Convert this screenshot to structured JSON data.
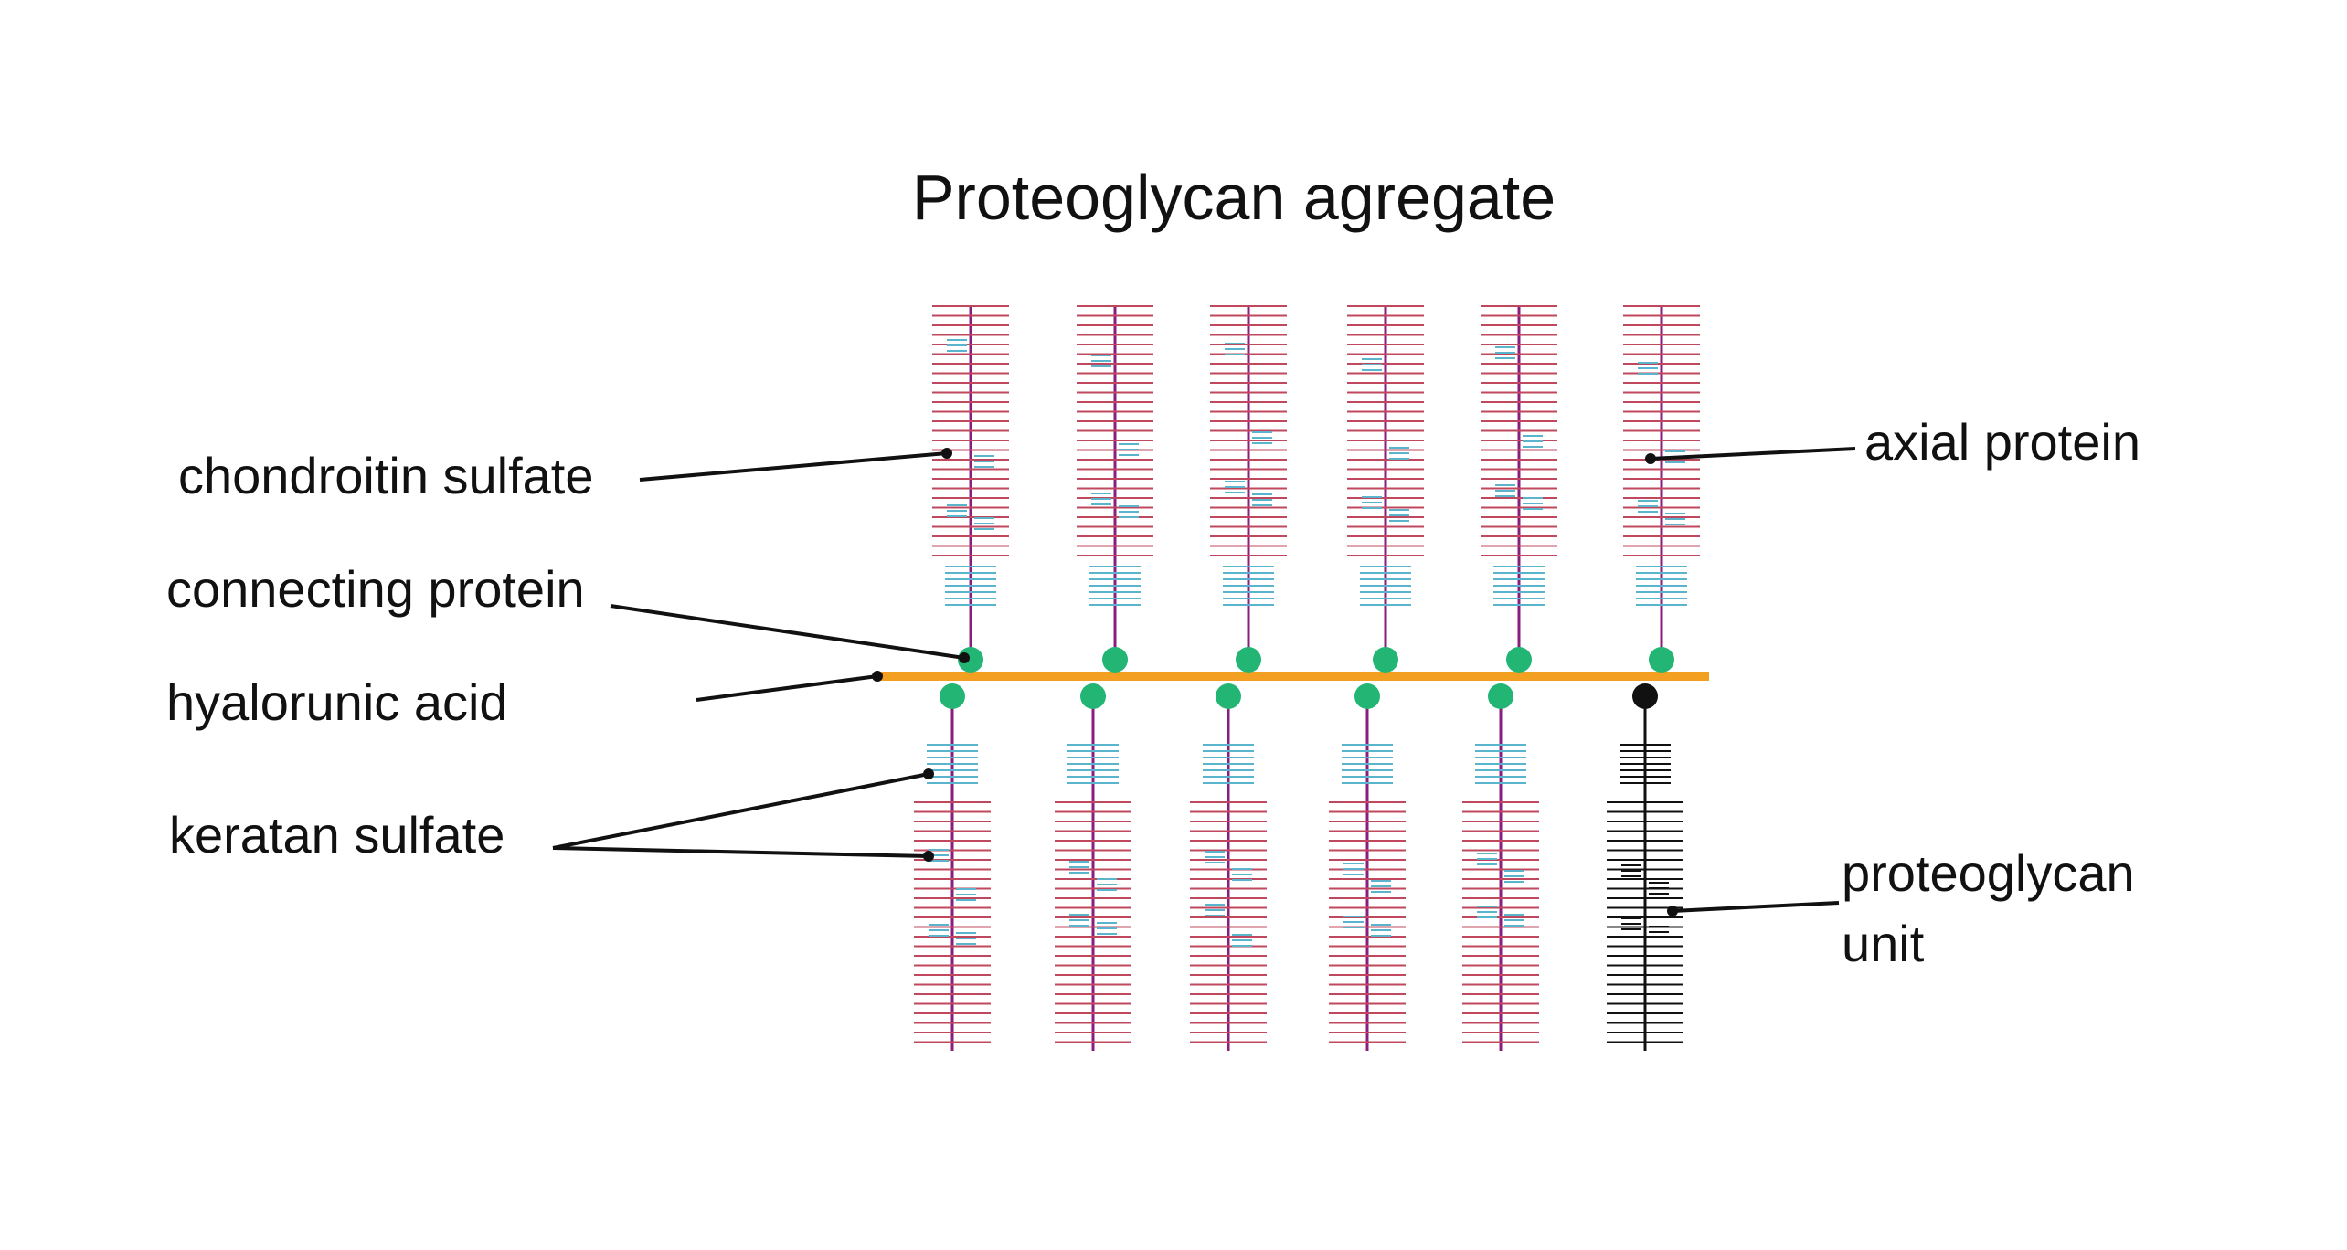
{
  "title": "Proteoglycan agregate",
  "labels": {
    "chondroitin_sulfate": "chondroitin sulfate",
    "connecting_protein": "connecting protein",
    "hyaluronic_acid": "hyalorunic acid",
    "keratan_sulfate": "keratan sulfate",
    "axial_protein": "axial protein",
    "proteoglycan_unit_line1": "proteoglycan",
    "proteoglycan_unit_line2": "unit"
  },
  "colors": {
    "chondroitin": "#c0485e",
    "keratan": "#5ab4cc",
    "axial": "#8a1e7e",
    "connecting": "#22b573",
    "hyaluronic": "#f29f22",
    "highlight_unit": "#111111",
    "leader": "#111111"
  },
  "units": {
    "upper_count": 6,
    "lower_count": 6,
    "highlighted_lower_index": 5
  }
}
